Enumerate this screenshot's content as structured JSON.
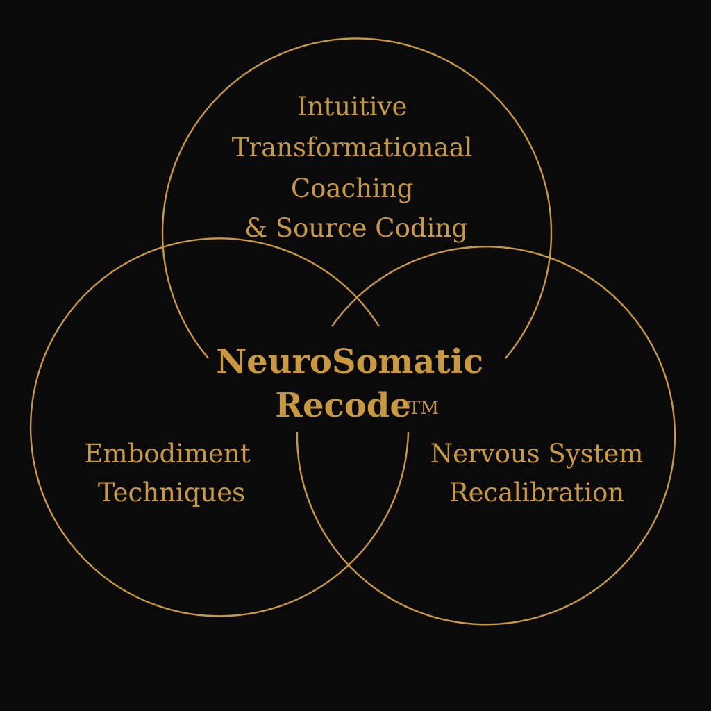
{
  "diagram": {
    "type": "venn",
    "stroke_color": "#c9993f",
    "background_color": "#0b0a0a",
    "sets": [
      {
        "id": "top",
        "lines": [
          "Intuitive",
          "Transformationaal",
          "Coaching",
          "& Source Coding"
        ]
      },
      {
        "id": "left",
        "lines": [
          "Embodiment",
          "Techniques"
        ]
      },
      {
        "id": "right",
        "lines": [
          "Nervous System",
          "Recalibration"
        ]
      }
    ],
    "center": {
      "lines": [
        "NeuroSomatic",
        "Recode"
      ],
      "mark": "TM"
    }
  }
}
